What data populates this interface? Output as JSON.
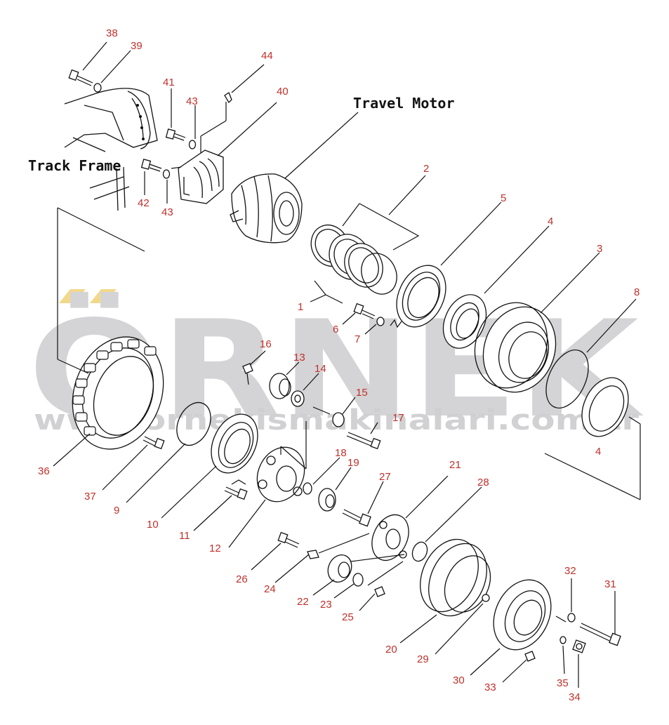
{
  "watermark": {
    "brand": "ÖRNEK",
    "url": "www.ornekismakinalari.com.tr",
    "accent_color": "#f2d88a",
    "text_color": "#d4d4d6"
  },
  "labels": {
    "travel_motor": "Travel Motor",
    "track_frame": "Track Frame"
  },
  "parts": [
    {
      "id": "p1",
      "number": "1"
    },
    {
      "id": "p2",
      "number": "2"
    },
    {
      "id": "p3",
      "number": "3"
    },
    {
      "id": "p4a",
      "number": "4"
    },
    {
      "id": "p4b",
      "number": "4"
    },
    {
      "id": "p5",
      "number": "5"
    },
    {
      "id": "p6",
      "number": "6"
    },
    {
      "id": "p7",
      "number": "7"
    },
    {
      "id": "p8",
      "number": "8"
    },
    {
      "id": "p9",
      "number": "9"
    },
    {
      "id": "p10",
      "number": "10"
    },
    {
      "id": "p11",
      "number": "11"
    },
    {
      "id": "p12",
      "number": "12"
    },
    {
      "id": "p13",
      "number": "13"
    },
    {
      "id": "p14",
      "number": "14"
    },
    {
      "id": "p15",
      "number": "15"
    },
    {
      "id": "p16",
      "number": "16"
    },
    {
      "id": "p17",
      "number": "17"
    },
    {
      "id": "p18",
      "number": "18"
    },
    {
      "id": "p19",
      "number": "19"
    },
    {
      "id": "p20",
      "number": "20"
    },
    {
      "id": "p21",
      "number": "21"
    },
    {
      "id": "p22",
      "number": "22"
    },
    {
      "id": "p23",
      "number": "23"
    },
    {
      "id": "p24",
      "number": "24"
    },
    {
      "id": "p25",
      "number": "25"
    },
    {
      "id": "p26",
      "number": "26"
    },
    {
      "id": "p27",
      "number": "27"
    },
    {
      "id": "p28",
      "number": "28"
    },
    {
      "id": "p29",
      "number": "29"
    },
    {
      "id": "p30",
      "number": "30"
    },
    {
      "id": "p31",
      "number": "31"
    },
    {
      "id": "p32",
      "number": "32"
    },
    {
      "id": "p33",
      "number": "33"
    },
    {
      "id": "p34",
      "number": "34"
    },
    {
      "id": "p35",
      "number": "35"
    },
    {
      "id": "p36",
      "number": "36"
    },
    {
      "id": "p37",
      "number": "37"
    },
    {
      "id": "p38",
      "number": "38"
    },
    {
      "id": "p39",
      "number": "39"
    },
    {
      "id": "p40",
      "number": "40"
    },
    {
      "id": "p41",
      "number": "41"
    },
    {
      "id": "p42",
      "number": "42"
    },
    {
      "id": "p43a",
      "number": "43"
    },
    {
      "id": "p43b",
      "number": "43"
    },
    {
      "id": "p44",
      "number": "44"
    }
  ]
}
